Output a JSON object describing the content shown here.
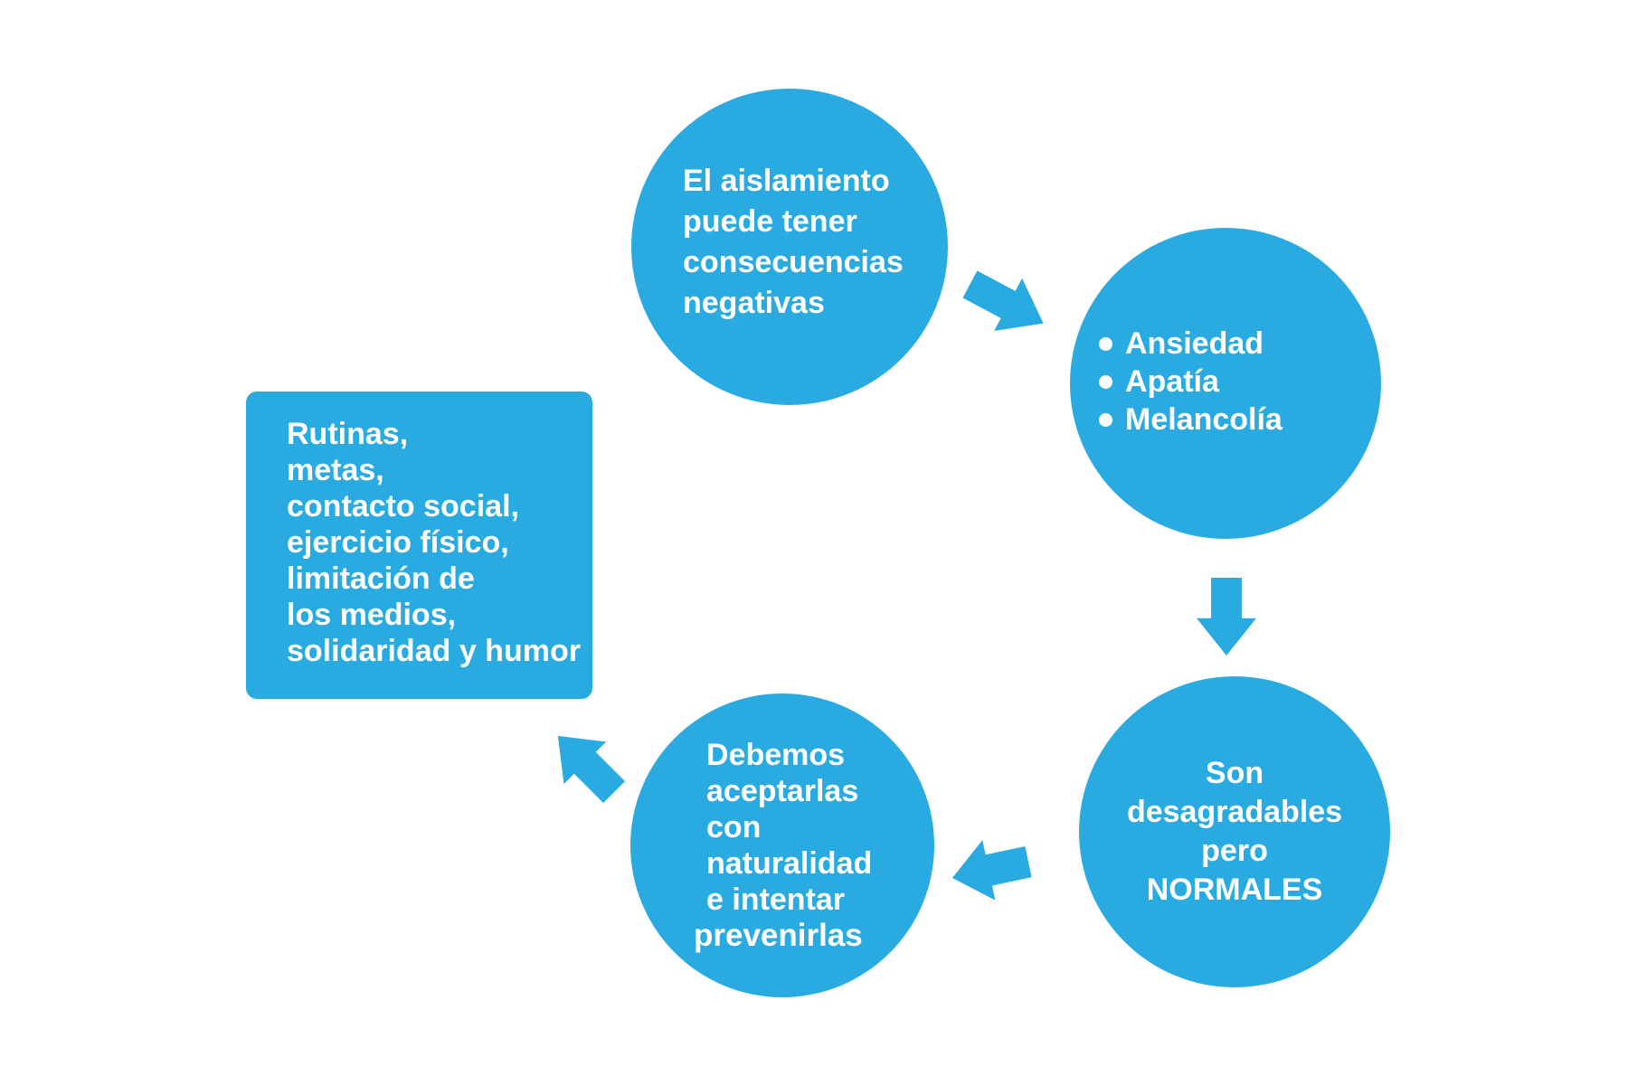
{
  "canvas": {
    "background": "#ffffff",
    "accent_blue": "#29abe2",
    "text_color": "#ffffff"
  },
  "diagram": {
    "nodes": {
      "isolation": {
        "shape": "circle",
        "lines": [
          "El aislamiento",
          "puede tener",
          "consecuencias",
          "negativas"
        ]
      },
      "symptoms": {
        "shape": "circle",
        "bullets": [
          "Ansiedad",
          "Apatía",
          "Melancolía"
        ]
      },
      "normal": {
        "shape": "circle",
        "lines": [
          "Son",
          "desagradables",
          "pero",
          "NORMALES"
        ]
      },
      "accept": {
        "shape": "circle",
        "lines": [
          "Debemos",
          "aceptarlas",
          "con",
          "naturalidad",
          "e intentar",
          "prevenirlas"
        ]
      },
      "strategies": {
        "shape": "rounded-square",
        "lines": [
          "Rutinas,",
          "metas,",
          "contacto social,",
          "ejercicio físico,",
          "limitación de",
          "los medios,",
          "solidaridad y humor"
        ]
      }
    },
    "arrows": [
      {
        "name": "arrow-isolation-to-symptoms",
        "direction": "down-right"
      },
      {
        "name": "arrow-symptoms-to-normal",
        "direction": "down"
      },
      {
        "name": "arrow-normal-to-accept",
        "direction": "left"
      },
      {
        "name": "arrow-accept-to-strategies",
        "direction": "up-left"
      }
    ]
  }
}
